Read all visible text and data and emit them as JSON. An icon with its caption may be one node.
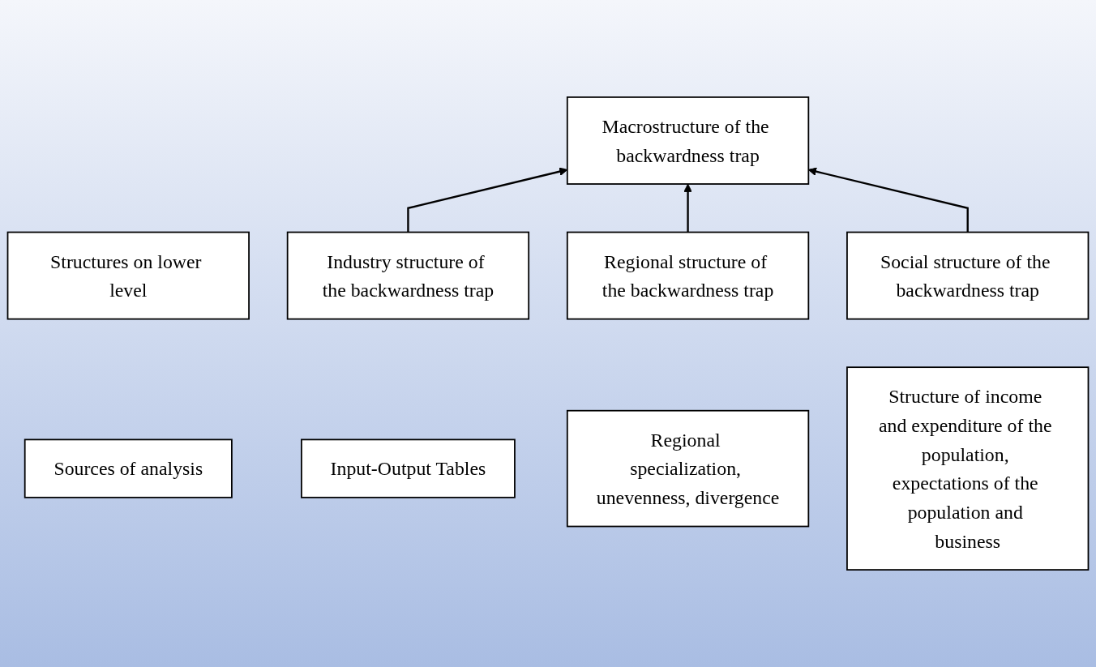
{
  "diagram": {
    "nodes": [
      {
        "text": [
          "Macrostructure of the backwardness trap"
        ]
      },
      {
        "text": [
          "Structures on lower level"
        ]
      },
      {
        "text": [
          "Industry structure of the backwardness trap"
        ]
      },
      {
        "text": [
          "Regional structure of the backwardness trap"
        ]
      },
      {
        "text": [
          "Social structure of the backwardness trap"
        ]
      },
      {
        "text": [
          "Sources of analysis"
        ]
      },
      {
        "text": [
          "Input-Output Tables"
        ]
      },
      {
        "text": [
          "Regional specialization, unevenness, divergence"
        ]
      },
      {
        "text": [
          "Structure of income and expenditure of the population, expectations of the population and business"
        ]
      }
    ],
    "edges": [
      {
        "from": 2,
        "to": 0,
        "arrow": "to"
      },
      {
        "from": 3,
        "to": 0,
        "arrow": "to"
      },
      {
        "from": 4,
        "to": 0,
        "arrow": "to"
      }
    ]
  }
}
